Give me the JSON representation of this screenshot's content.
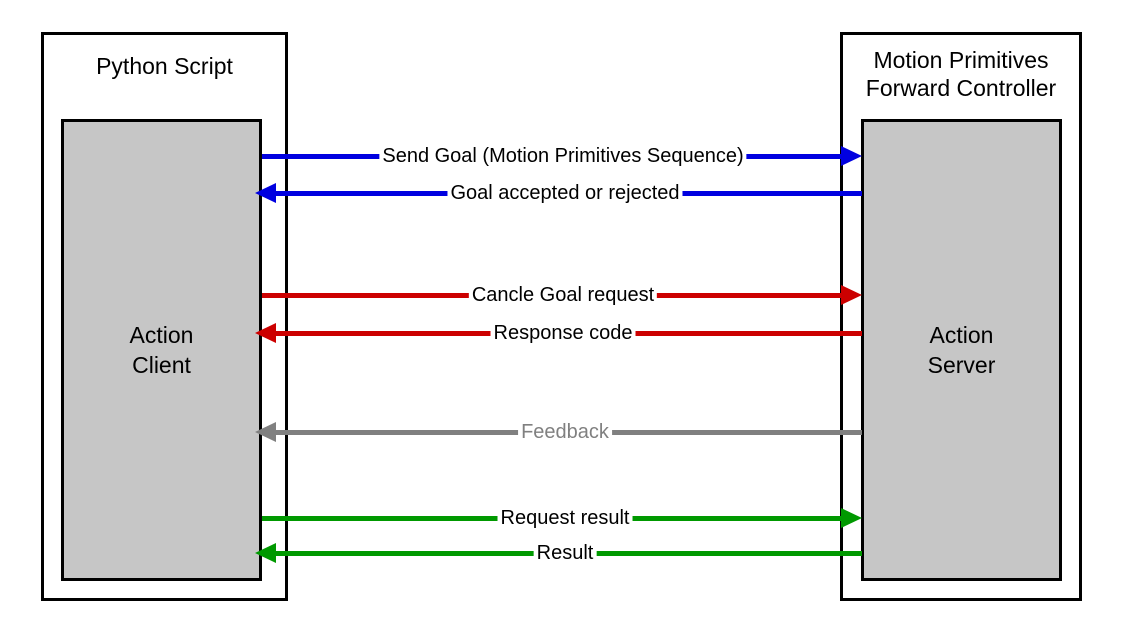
{
  "diagram": {
    "title_left": "Python Script",
    "title_right": "Motion Primitives\nForward Controller",
    "participants": [
      {
        "header": "Python Script",
        "lifeline": "Action\nClient"
      },
      {
        "header": "Motion Primitives\nForward Controller",
        "lifeline": "Action\nServer"
      }
    ],
    "colors": {
      "blue": "#0000e0",
      "red": "#cc0000",
      "gray": "#808080",
      "green": "#009900",
      "box_fill": "#c6c6c6",
      "outline": "#000000",
      "background": "#ffffff"
    },
    "messages": [
      {
        "label": "Send Goal (Motion Primitives Sequence)",
        "direction": "right",
        "color": "#0000e0",
        "label_color": "#000000"
      },
      {
        "label": "Goal accepted or rejected",
        "direction": "left",
        "color": "#0000e0",
        "label_color": "#000000"
      },
      {
        "label": "Cancle Goal request",
        "direction": "right",
        "color": "#cc0000",
        "label_color": "#000000"
      },
      {
        "label": "Response code",
        "direction": "left",
        "color": "#cc0000",
        "label_color": "#000000"
      },
      {
        "label": "Feedback",
        "direction": "left",
        "color": "#808080",
        "label_color": "#808080"
      },
      {
        "label": "Request result",
        "direction": "right",
        "color": "#009900",
        "label_color": "#000000"
      },
      {
        "label": "Result",
        "direction": "left",
        "color": "#009900",
        "label_color": "#000000"
      }
    ]
  }
}
